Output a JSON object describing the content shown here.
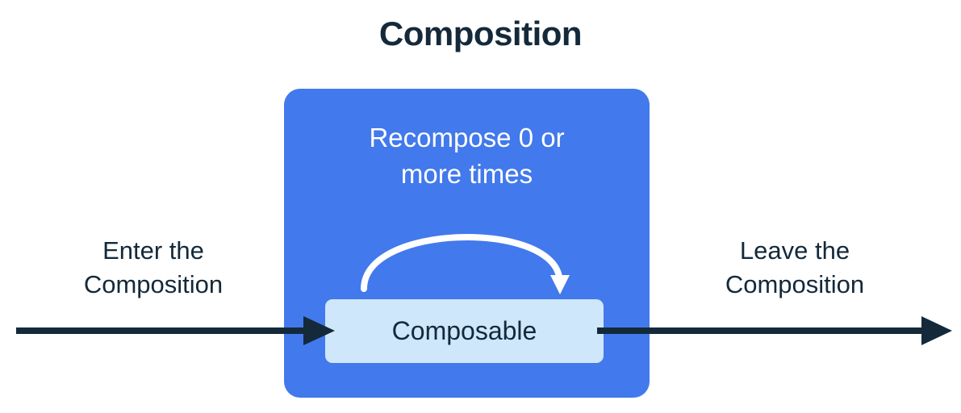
{
  "diagram": {
    "title": "Composition",
    "composition_box": {
      "recompose_note_line1": "Recompose 0 or",
      "recompose_note_line2": "more times",
      "composable_label": "Composable",
      "fill_color": "#4279ec",
      "composable_fill_color": "#cee7fb"
    },
    "enter_label": {
      "line1": "Enter the",
      "line2": "Composition"
    },
    "leave_label": {
      "line1": "Leave the",
      "line2": "Composition"
    },
    "colors": {
      "background": "#ffffff",
      "text_dark": "#14293a",
      "text_light": "#ffffff",
      "arrow_dark": "#14293a",
      "arrow_light": "#ffffff"
    },
    "icons": {
      "recompose_loop": "curved-loop-arrow-icon",
      "enter_flow": "right-arrow-icon",
      "leave_flow": "right-arrow-icon"
    }
  }
}
